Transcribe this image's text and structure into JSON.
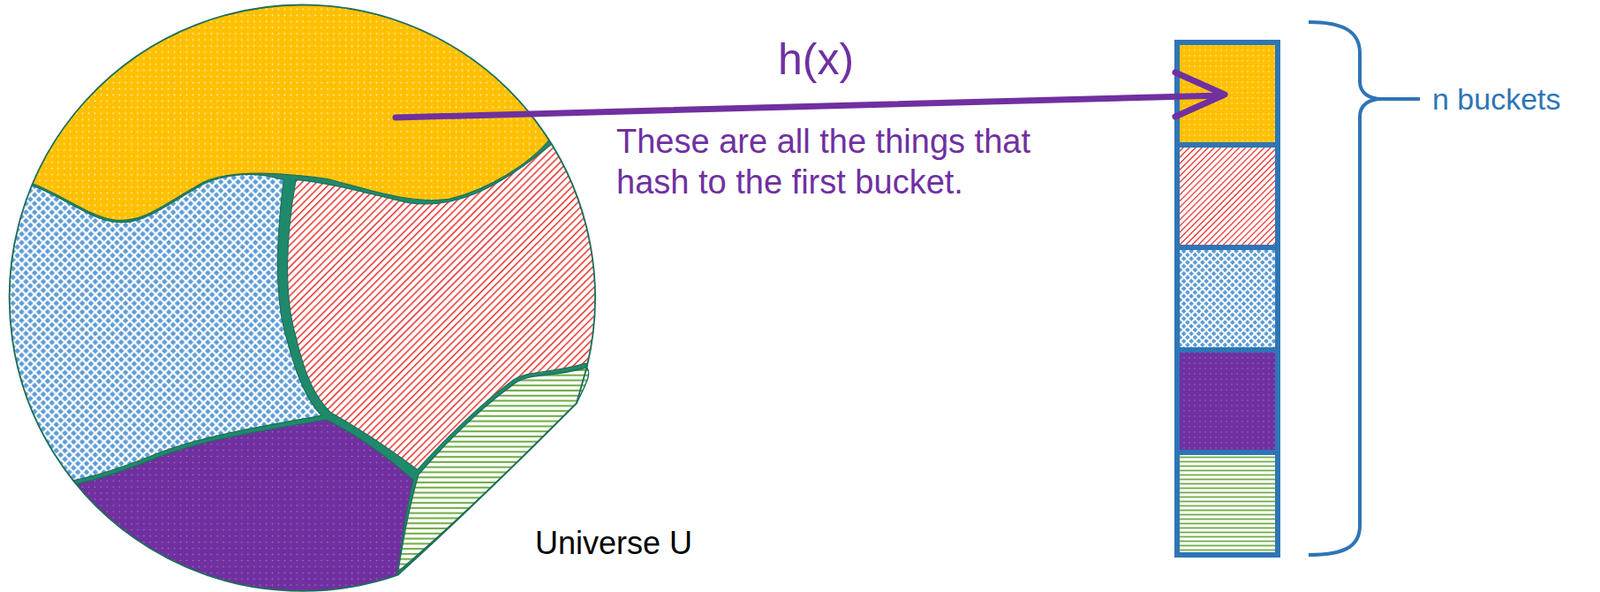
{
  "diagram": {
    "labels": [
      "h(x)",
      "These are all the things that hash to the first bucket.",
      "n buckets",
      "Universe U"
    ]
  }
}
